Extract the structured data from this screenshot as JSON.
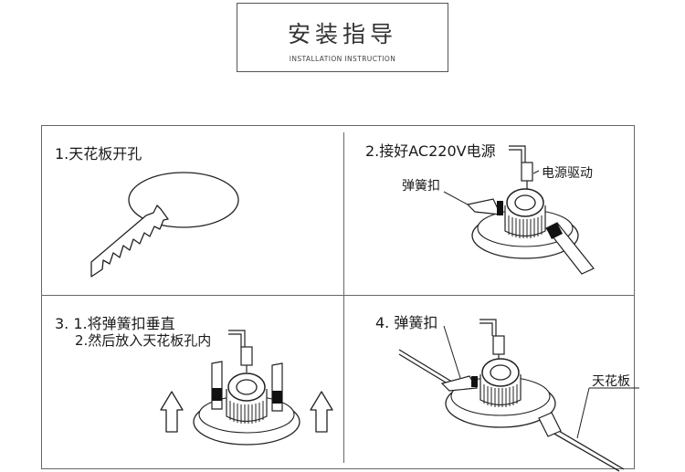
{
  "header": {
    "title": "安装指导",
    "subtitle": "INSTALLATION INSTRUCTION"
  },
  "steps": [
    {
      "number": "1.",
      "text": "天花板开孔"
    },
    {
      "number": "2.",
      "text": "接好AC220V电源"
    },
    {
      "number": "3.",
      "line1": "1.将弹簧扣垂直",
      "line2": "2.然后放入天花板孔内"
    },
    {
      "number": "4.",
      "text": "弹簧扣"
    }
  ],
  "labels": {
    "spring_clip": "弹簧扣",
    "power_driver": "电源驱动",
    "ceiling": "天花板"
  }
}
